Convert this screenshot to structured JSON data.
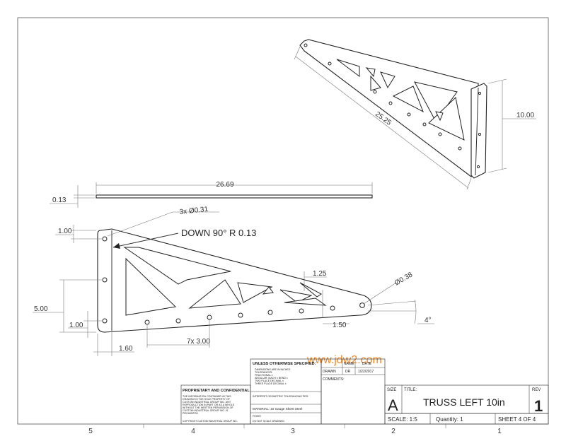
{
  "watermark": "www.jdw2.com",
  "dimensions": {
    "iso_length": "25.25",
    "iso_height": "10.00",
    "flat_length": "26.69",
    "thickness": "0.13",
    "hole_callout": "3x Ø0.31",
    "bend_note": "DOWN 90°  R 0.13",
    "edge_top": "1.00",
    "height": "5.00",
    "edge_bottom": "1.00",
    "edge_left": "1.60",
    "hole_pitch": "7x 3.00",
    "tip_offset": "1.25",
    "tip_dia": "Ø0.38",
    "tip_width": "1.50",
    "angle": "4°"
  },
  "title_block": {
    "unless_note": "UNLESS OTHERWISE SPECIFIED:",
    "spec_lines": [
      "DIMENSIONS ARE IN INCHES",
      "TOLERANCES:",
      "FRACTIONAL ±",
      "ANGULAR: MACH ±  BEND ±",
      "TWO PLACE DECIMAL  ±",
      "THREE PLACE DECIMAL  ±"
    ],
    "interpret": "INTERPRET GEOMETRIC TOLERANCING PER:",
    "material": "MATERIAL: 10 Gauge Sheet Steel",
    "finish": "FINISH",
    "do_not_scale": "DO NOT SCALE DRAWING",
    "name_hdr": "NAME",
    "date_hdr": "DATE",
    "drawn_lbl": "DRAWN",
    "drawn_name": "DR",
    "drawn_date": "1/22/2017",
    "comments": "COMMENTS:",
    "proprietary_title": "PROPRIETARY AND CONFIDENTIAL",
    "proprietary_text": [
      "THE INFORMATION CONTAINED IN THIS",
      "DRAWING IS THE SOLE PROPERTY OF",
      "CUSTOM INDUSTRIAL GROUP INC. ANY",
      "REPRODUCTION IN PART OR AS A WHOLE",
      "WITHOUT THE WRITTEN PERMISSION OF",
      "CUSTOM INDUSTRIAL GROUP INC. IS",
      "PROHIBITED."
    ],
    "copyright": "COPYRIGHT CUSTOM INDUSTRIAL GROUP INC.",
    "size_lbl": "SIZE",
    "size": "A",
    "title_lbl": "TITLE:",
    "title": "TRUSS LEFT 10in",
    "rev_lbl": "REV",
    "rev": "1",
    "scale": "SCALE: 1:5",
    "quantity": "Quantity:  1",
    "sheet": "SHEET 4 OF 4"
  },
  "zones": [
    "5",
    "4",
    "3",
    "2",
    "1"
  ]
}
